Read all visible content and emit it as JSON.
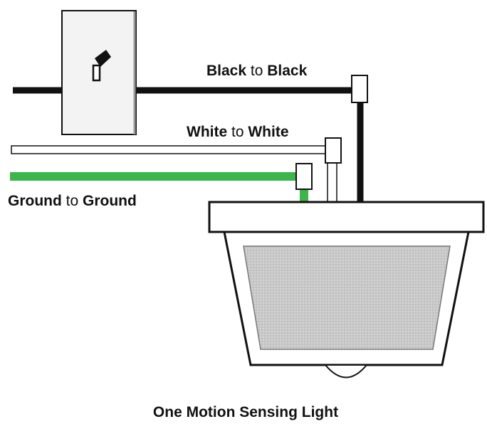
{
  "labels": {
    "black": {
      "strong_1": "Black",
      "joiner": " to ",
      "strong_2": "Black"
    },
    "white": {
      "strong_1": "White",
      "joiner": " to ",
      "strong_2": "White"
    },
    "ground": {
      "strong_1": "Ground",
      "joiner": " to ",
      "strong_2": "Ground"
    }
  },
  "caption": "One Motion Sensing Light",
  "colors": {
    "black_wire": "#111111",
    "white_wire": "#ffffff",
    "ground_wire": "#3cb54a",
    "outline": "#111111",
    "switch_plate": "#f3f3f3",
    "lens_fill": "#bdbdbd",
    "housing": "#ffffff"
  },
  "icons": {
    "switch": "wall-switch-icon",
    "toggle": "toggle-lever-icon",
    "connector": "wire-nut-icon",
    "fixture": "motion-light-icon"
  }
}
